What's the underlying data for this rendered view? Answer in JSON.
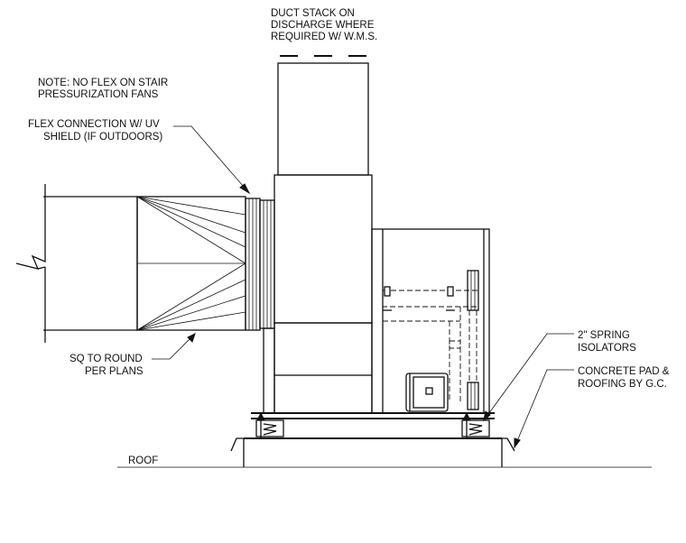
{
  "labels": {
    "duct_stack": [
      "DUCT STACK ON",
      "DISCHARGE WHERE",
      "REQUIRED W/ W.M.S."
    ],
    "note": [
      "NOTE: NO FLEX ON STAIR",
      "PRESSURIZATION FANS"
    ],
    "flex_connection": [
      "FLEX CONNECTION W/ UV",
      "SHIELD (IF OUTDOORS)"
    ],
    "sq_to_round": [
      "SQ TO ROUND",
      "PER PLANS"
    ],
    "spring_isolators": [
      "2\" SPRING",
      "ISOLATORS"
    ],
    "concrete_pad": [
      "CONCRETE PAD &",
      "ROOFING BY G.C."
    ],
    "roof": "ROOF"
  }
}
